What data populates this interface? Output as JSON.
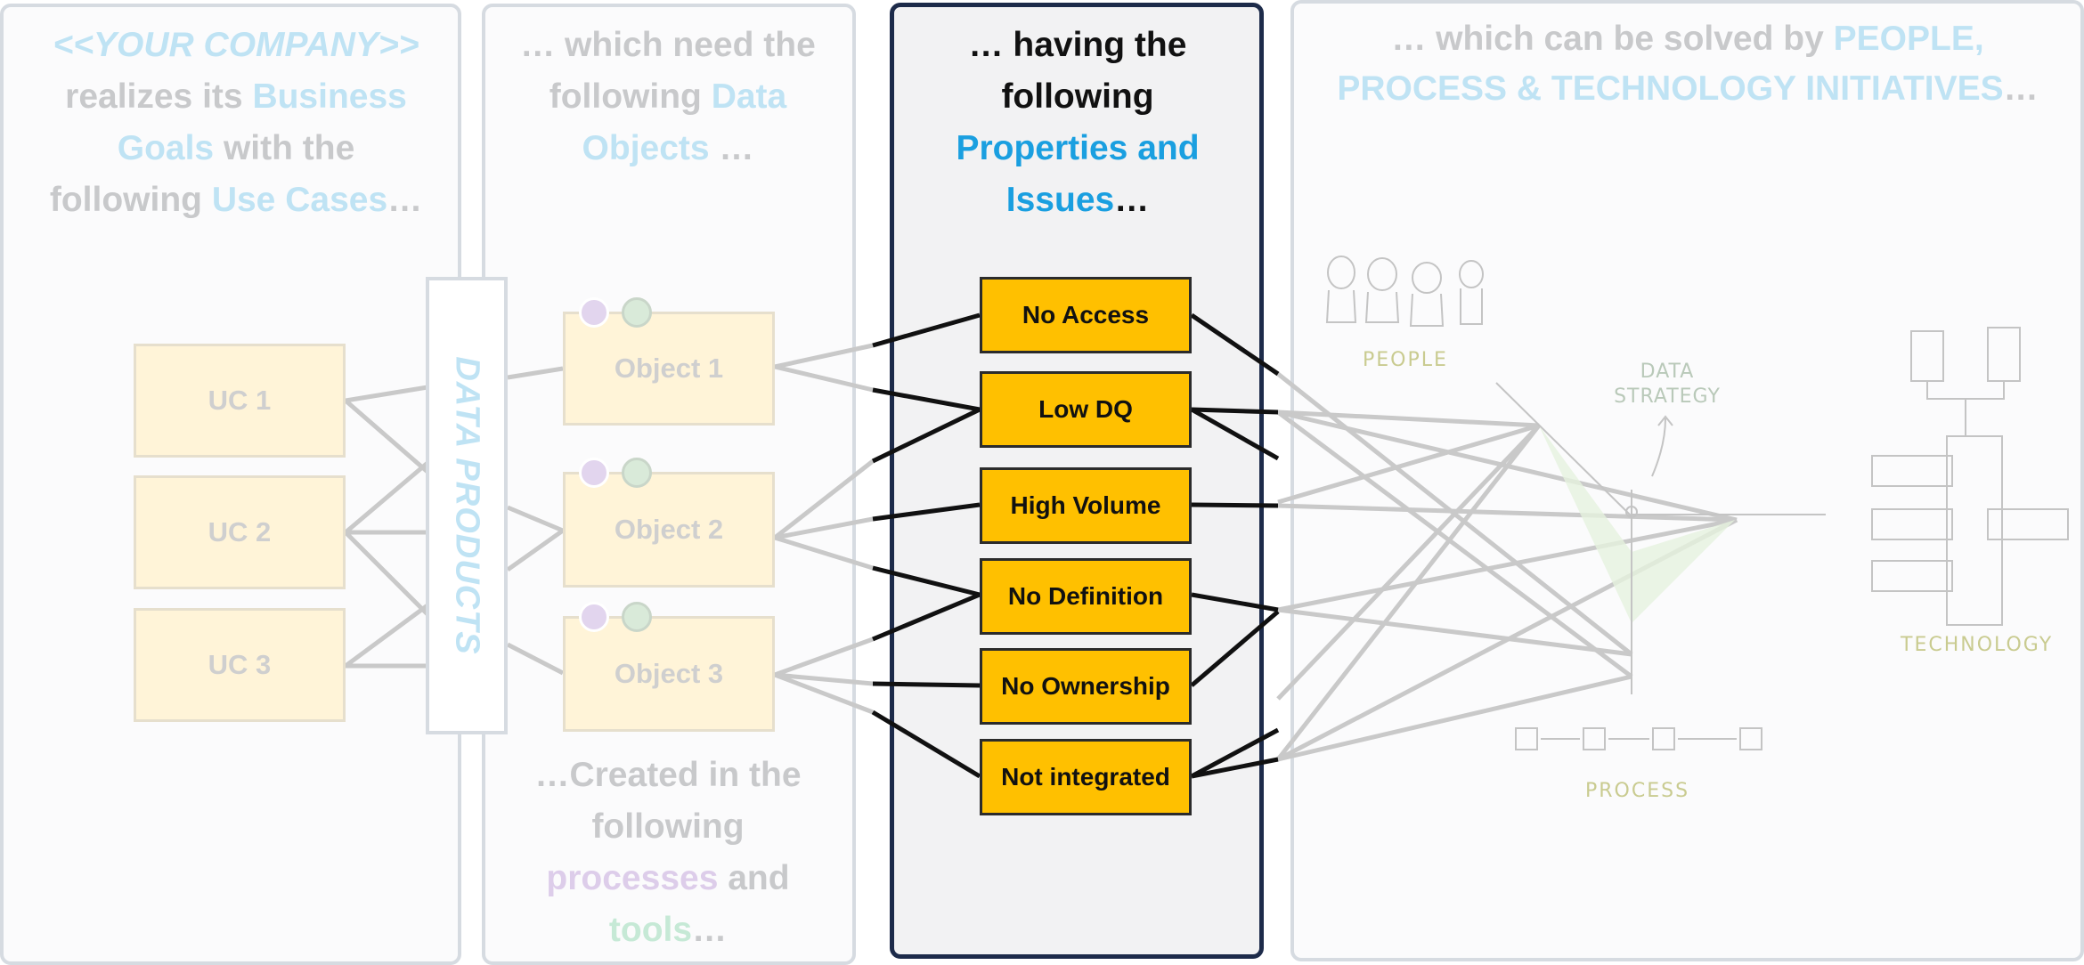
{
  "col1": {
    "company": "<<YOUR COMPANY>>",
    "t_realizes": "realizes its ",
    "t_business_goals": "Business Goals",
    "t_with_the": " with the following ",
    "t_use_cases": "Use Cases",
    "t_ellipsis": "…",
    "use_cases": [
      "UC 1",
      "UC 2",
      "UC 3"
    ]
  },
  "data_products": "DATA PRODUCTS",
  "col2": {
    "t_which_need": "… which need the following ",
    "t_data_objects": "Data Objects",
    "t_ellipsis": " …",
    "objects": [
      "Object 1",
      "Object 2",
      "Object 3"
    ],
    "b_created": "…Created in the following ",
    "b_processes": "processes",
    "b_and": " and ",
    "b_tools": "tools",
    "b_ellipsis": "…"
  },
  "col3": {
    "t_having": "… having the following ",
    "t_props": "Properties and Issues",
    "t_ellipsis": "…",
    "issues": [
      "No Access",
      "Low DQ",
      "High Volume",
      "No Definition",
      "No Ownership",
      "Not integrated"
    ]
  },
  "col4": {
    "t_solved": "… which can be solved by ",
    "t_initiatives": "PEOPLE, PROCESS & TECHNOLOGY INITIATIVES",
    "t_ellipsis": "…",
    "people_label": "PEOPLE",
    "data_strategy_label": "DATA STRATEGY",
    "technology_label": "TECHNOLOGY",
    "process_label": "PROCESS"
  },
  "colors": {
    "focus_border": "#1d2b4a",
    "issue_fill": "#ffc000",
    "accent_blue": "#1a9fe0",
    "faded_blue": "#bfe3f4"
  }
}
